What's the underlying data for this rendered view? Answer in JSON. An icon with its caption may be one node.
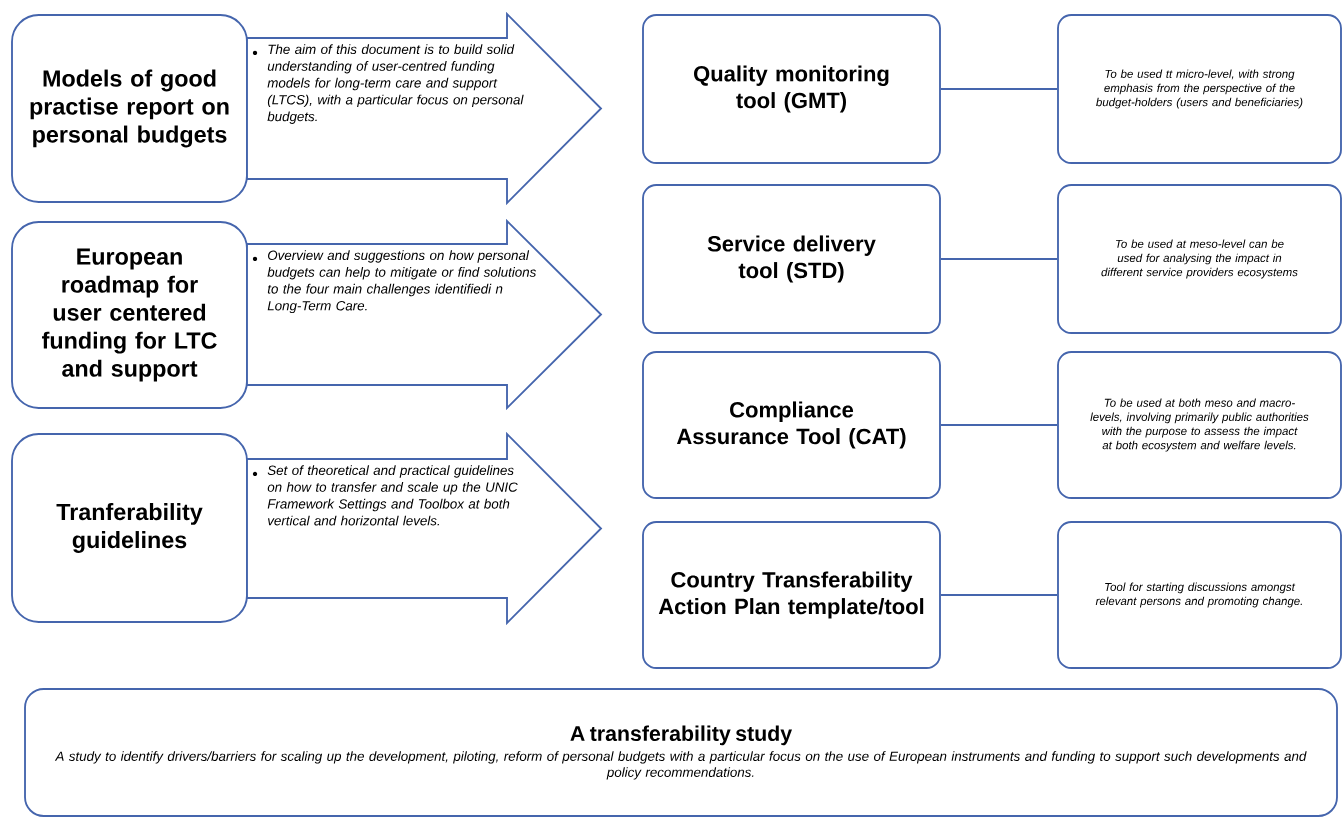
{
  "diagram": {
    "nodes": [
      {
        "text": [
          "Models of good practise report on personal budgets"
        ]
      },
      {
        "text": [
          "European roadmap for user centered funding for LTC and support"
        ]
      },
      {
        "text": [
          "Tranferability guidelines"
        ]
      },
      {
        "text": [
          "The aim of this document is to build solid understanding of user-centred funding models for long-term care and support (LTCS), with a particular focus on personal budgets."
        ]
      },
      {
        "text": [
          "Overview and suggestions on how personal budgets can help to mitigate or find solutions to the  four main challenges identifiedi n Long-Term Care."
        ]
      },
      {
        "text": [
          "Set of theoretical and practical guidelines on how to transfer and scale up the UNIC Framework Settings and Toolbox at both vertical and horizontal levels."
        ]
      },
      {
        "text": [
          "Quality monitoring tool (GMT)"
        ]
      },
      {
        "text": [
          "To be used tt micro-level, with strong emphasis from the perspective of the budget-holders (users and beneficiaries)"
        ]
      },
      {
        "text": [
          "Service delivery tool (STD)"
        ]
      },
      {
        "text": [
          "To be used at meso-level can be used for analysing the impact in different service providers ecosystems"
        ]
      },
      {
        "text": [
          "Compliance Assurance Tool (CAT)"
        ]
      },
      {
        "text": [
          "To be used at both meso and macro-levels, involving primarily public authorities with the purpose to assess the impact at both ecosystem and welfare levels."
        ]
      },
      {
        "text": [
          "Country Transferability Action Plan template/tool"
        ]
      },
      {
        "text": [
          "Tool for starting discussions amongst relevant persons and promoting change."
        ]
      },
      {
        "text": [
          "A transferability study",
          "A study to identify drivers/barriers  for  scaling  up the  development, piloting, reform of personal budgets with a particular focus on the use of European instruments and funding to support such developments and policy  recommendations."
        ]
      }
    ],
    "edges": [
      {
        "from": 6,
        "to": 7,
        "arrow": "none"
      },
      {
        "from": 8,
        "to": 9,
        "arrow": "none"
      },
      {
        "from": 10,
        "to": 11,
        "arrow": "none"
      },
      {
        "from": 12,
        "to": 13,
        "arrow": "none"
      }
    ]
  }
}
